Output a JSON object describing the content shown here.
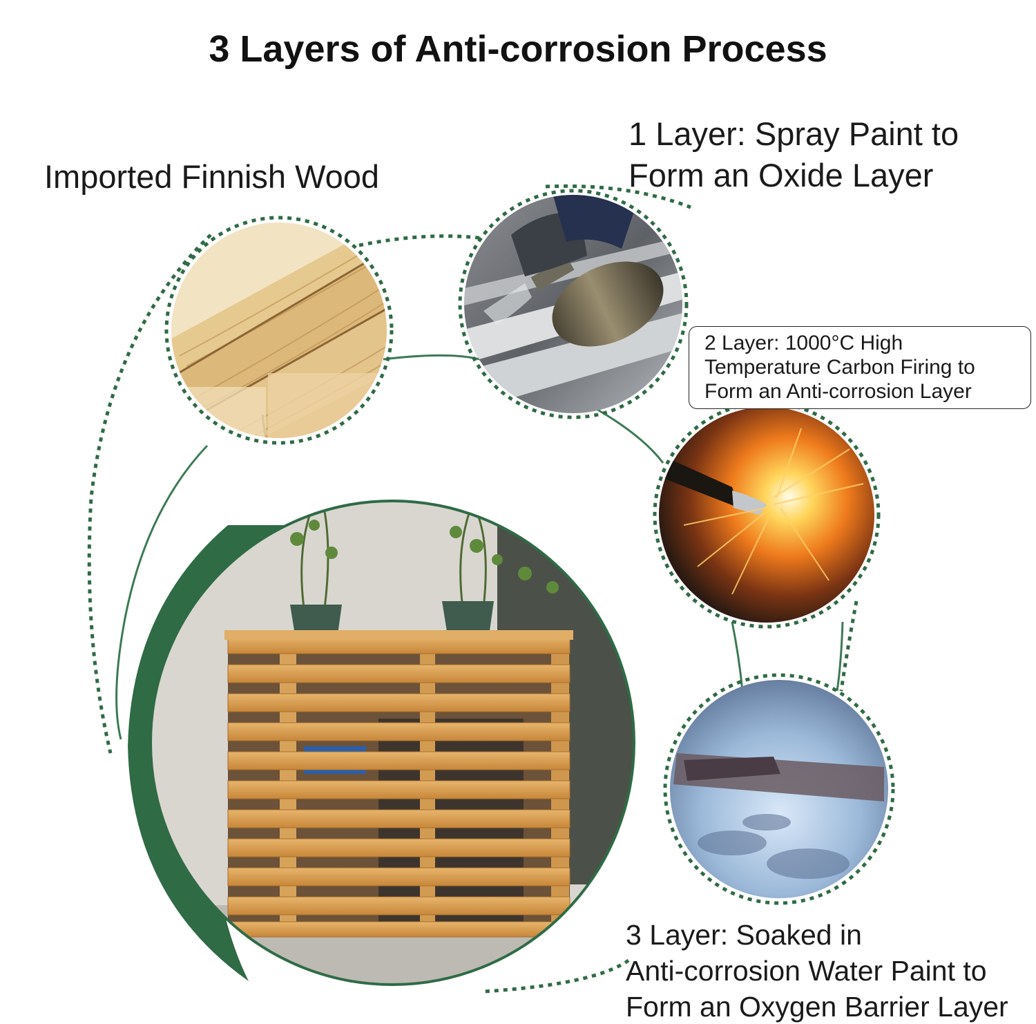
{
  "title": "3 Layers of Anti-corrosion Process",
  "labels": {
    "wood": "Imported Finnish Wood",
    "layer1": [
      "1 Layer: Spray Paint to",
      "Form an Oxide Layer"
    ],
    "layer2": [
      "2 Layer: 1000°C High",
      "Temperature Carbon Firing to",
      "Form an Anti-corrosion Layer"
    ],
    "layer3": [
      "3 Layer: Soaked in",
      "Anti-corrosion Water Paint to",
      "Form an Oxygen Barrier Layer"
    ]
  },
  "colors": {
    "accent_green": "#2f6b45",
    "ring_green": "#2e6e47",
    "wood_light": "#e9c88f",
    "wood_dark": "#c98a3c",
    "text": "#1a1a1a"
  }
}
